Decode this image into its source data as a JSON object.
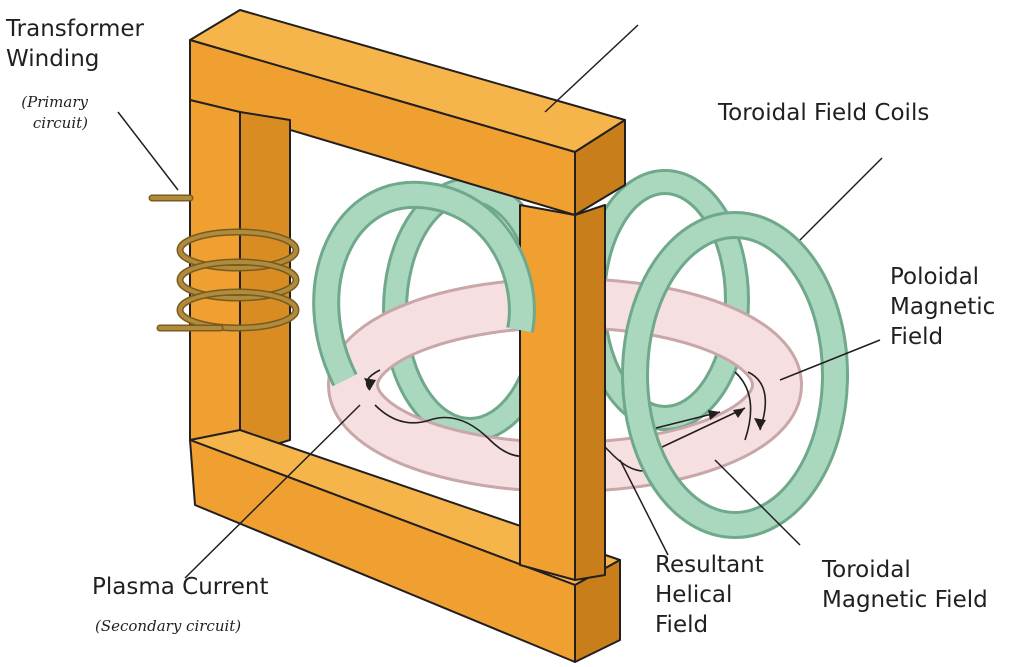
{
  "labels": {
    "transformer_winding": [
      "Transformer",
      "Winding"
    ],
    "primary_circuit": [
      "(Primary",
      "circuit)"
    ],
    "toroidal_field_coils": "Toroidal Field Coils",
    "poloidal_magnetic_field": [
      "Poloidal",
      "Magnetic",
      "Field"
    ],
    "plasma_current": "Plasma Current",
    "secondary_circuit": "(Secondary circuit)",
    "resultant_helical_field": [
      "Resultant",
      "Helical",
      "Field"
    ],
    "toroidal_magnetic_field": [
      "Toroidal",
      "Magnetic Field"
    ]
  },
  "colors": {
    "core_orange": "#f0a030",
    "core_dark": "#c87e1a",
    "coil_green": "#a9d8bf",
    "coil_dark": "#6fa88a",
    "plasma_pink": "#f6dfe0",
    "winding_bronze": "#b08b3e",
    "line": "#231f20"
  }
}
